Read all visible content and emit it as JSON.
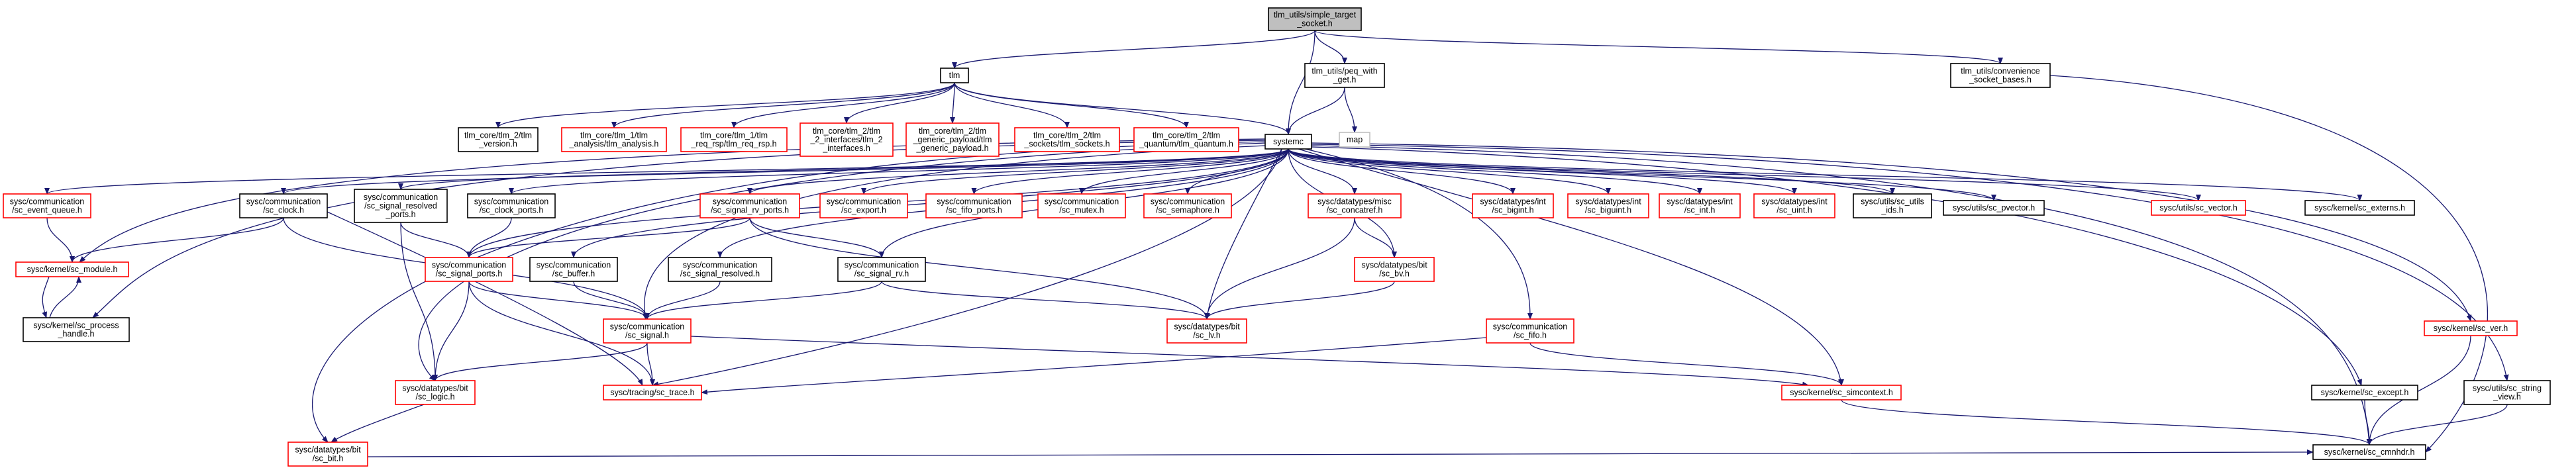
{
  "colors": {
    "edge": "#191970",
    "border_normal": "#000000",
    "border_missing": "#ff0000",
    "border_none": "#bfbfbf",
    "root_fill": "#bfbfbf",
    "fill": "#ffffff"
  },
  "graph": {
    "nodes": [
      {
        "id": "root",
        "lines": [
          "tlm_utils/simple_target",
          "_socket.h"
        ],
        "style": "root"
      },
      {
        "id": "tlm",
        "lines": [
          "tlm"
        ],
        "style": "normal"
      },
      {
        "id": "peq",
        "lines": [
          "tlm_utils/peq_with",
          "_get.h"
        ],
        "style": "normal"
      },
      {
        "id": "convenience",
        "lines": [
          "tlm_utils/convenience",
          "_socket_bases.h"
        ],
        "style": "normal"
      },
      {
        "id": "tlm2_version",
        "lines": [
          "tlm_core/tlm_2/tlm",
          "_version.h"
        ],
        "style": "normal"
      },
      {
        "id": "tlm1_analysis",
        "lines": [
          "tlm_core/tlm_1/tlm",
          "_analysis/tlm_analysis.h"
        ],
        "style": "missing"
      },
      {
        "id": "tlm1_req_rsp",
        "lines": [
          "tlm_core/tlm_1/tlm",
          "_req_rsp/tlm_req_rsp.h"
        ],
        "style": "missing"
      },
      {
        "id": "tlm2_interfaces",
        "lines": [
          "tlm_core/tlm_2/tlm",
          "_2_interfaces/tlm_2",
          "_interfaces.h"
        ],
        "style": "missing"
      },
      {
        "id": "tlm2_gp",
        "lines": [
          "tlm_core/tlm_2/tlm",
          "_generic_payload/tlm",
          "_generic_payload.h"
        ],
        "style": "missing"
      },
      {
        "id": "tlm2_sockets",
        "lines": [
          "tlm_core/tlm_2/tlm",
          "_sockets/tlm_sockets.h"
        ],
        "style": "missing"
      },
      {
        "id": "tlm2_quantum",
        "lines": [
          "tlm_core/tlm_2/tlm",
          "_quantum/tlm_quantum.h"
        ],
        "style": "missing"
      },
      {
        "id": "map",
        "lines": [
          "map"
        ],
        "style": "none"
      },
      {
        "id": "systemc",
        "lines": [
          "systemc"
        ],
        "style": "normal"
      },
      {
        "id": "event_queue",
        "lines": [
          "sysc/communication",
          "/sc_event_queue.h"
        ],
        "style": "missing"
      },
      {
        "id": "sc_clock",
        "lines": [
          "sysc/communication",
          "/sc_clock.h"
        ],
        "style": "normal"
      },
      {
        "id": "sig_res_ports",
        "lines": [
          "sysc/communication",
          "/sc_signal_resolved",
          "_ports.h"
        ],
        "style": "normal"
      },
      {
        "id": "clock_ports",
        "lines": [
          "sysc/communication",
          "/sc_clock_ports.h"
        ],
        "style": "normal"
      },
      {
        "id": "sig_rv_ports",
        "lines": [
          "sysc/communication",
          "/sc_signal_rv_ports.h"
        ],
        "style": "missing"
      },
      {
        "id": "sc_export",
        "lines": [
          "sysc/communication",
          "/sc_export.h"
        ],
        "style": "missing"
      },
      {
        "id": "fifo_ports",
        "lines": [
          "sysc/communication",
          "/sc_fifo_ports.h"
        ],
        "style": "missing"
      },
      {
        "id": "sc_mutex",
        "lines": [
          "sysc/communication",
          "/sc_mutex.h"
        ],
        "style": "missing"
      },
      {
        "id": "sc_semaphore",
        "lines": [
          "sysc/communication",
          "/sc_semaphore.h"
        ],
        "style": "missing"
      },
      {
        "id": "concatref",
        "lines": [
          "sysc/datatypes/misc",
          "/sc_concatref.h"
        ],
        "style": "missing"
      },
      {
        "id": "sc_bigint",
        "lines": [
          "sysc/datatypes/int",
          "/sc_bigint.h"
        ],
        "style": "missing"
      },
      {
        "id": "sc_biguint",
        "lines": [
          "sysc/datatypes/int",
          "/sc_biguint.h"
        ],
        "style": "missing"
      },
      {
        "id": "sc_int",
        "lines": [
          "sysc/datatypes/int",
          "/sc_int.h"
        ],
        "style": "missing"
      },
      {
        "id": "sc_uint",
        "lines": [
          "sysc/datatypes/int",
          "/sc_uint.h"
        ],
        "style": "missing"
      },
      {
        "id": "sc_utils_ids",
        "lines": [
          "sysc/utils/sc_utils",
          "_ids.h"
        ],
        "style": "normal"
      },
      {
        "id": "sc_pvector",
        "lines": [
          "sysc/utils/sc_pvector.h"
        ],
        "style": "normal"
      },
      {
        "id": "sc_vector",
        "lines": [
          "sysc/utils/sc_vector.h"
        ],
        "style": "missing"
      },
      {
        "id": "sc_externs",
        "lines": [
          "sysc/kernel/sc_externs.h"
        ],
        "style": "normal"
      },
      {
        "id": "sc_module",
        "lines": [
          "sysc/kernel/sc_module.h"
        ],
        "style": "missing"
      },
      {
        "id": "signal_ports",
        "lines": [
          "sysc/communication",
          "/sc_signal_ports.h"
        ],
        "style": "missing"
      },
      {
        "id": "sc_buffer",
        "lines": [
          "sysc/communication",
          "/sc_buffer.h"
        ],
        "style": "normal"
      },
      {
        "id": "sig_resolved",
        "lines": [
          "sysc/communication",
          "/sc_signal_resolved.h"
        ],
        "style": "normal"
      },
      {
        "id": "sig_rv",
        "lines": [
          "sysc/communication",
          "/sc_signal_rv.h"
        ],
        "style": "normal"
      },
      {
        "id": "sc_bv",
        "lines": [
          "sysc/datatypes/bit",
          "/sc_bv.h"
        ],
        "style": "missing"
      },
      {
        "id": "sc_process_handle",
        "lines": [
          "sysc/kernel/sc_process",
          "_handle.h"
        ],
        "style": "normal"
      },
      {
        "id": "sc_signal",
        "lines": [
          "sysc/communication",
          "/sc_signal.h"
        ],
        "style": "missing"
      },
      {
        "id": "sc_lv",
        "lines": [
          "sysc/datatypes/bit",
          "/sc_lv.h"
        ],
        "style": "missing"
      },
      {
        "id": "sc_fifo",
        "lines": [
          "sysc/communication",
          "/sc_fifo.h"
        ],
        "style": "missing"
      },
      {
        "id": "sc_ver",
        "lines": [
          "sysc/kernel/sc_ver.h"
        ],
        "style": "missing"
      },
      {
        "id": "sc_logic",
        "lines": [
          "sysc/datatypes/bit",
          "/sc_logic.h"
        ],
        "style": "missing"
      },
      {
        "id": "sc_trace",
        "lines": [
          "sysc/tracing/sc_trace.h"
        ],
        "style": "missing"
      },
      {
        "id": "sc_simcontext",
        "lines": [
          "sysc/kernel/sc_simcontext.h"
        ],
        "style": "missing"
      },
      {
        "id": "sc_except",
        "lines": [
          "sysc/kernel/sc_except.h"
        ],
        "style": "normal"
      },
      {
        "id": "sc_string_view",
        "lines": [
          "sysc/utils/sc_string",
          "_view.h"
        ],
        "style": "normal"
      },
      {
        "id": "sc_bit",
        "lines": [
          "sysc/datatypes/bit",
          "/sc_bit.h"
        ],
        "style": "missing"
      },
      {
        "id": "sc_cmnhdr",
        "lines": [
          "sysc/kernel/sc_cmnhdr.h"
        ],
        "style": "normal"
      }
    ],
    "edges": [
      [
        "root",
        "tlm"
      ],
      [
        "root",
        "peq"
      ],
      [
        "root",
        "convenience"
      ],
      [
        "root",
        "systemc"
      ],
      [
        "tlm",
        "tlm2_version"
      ],
      [
        "tlm",
        "tlm1_analysis"
      ],
      [
        "tlm",
        "tlm1_req_rsp"
      ],
      [
        "tlm",
        "tlm2_interfaces"
      ],
      [
        "tlm",
        "tlm2_gp"
      ],
      [
        "tlm",
        "tlm2_sockets"
      ],
      [
        "tlm",
        "tlm2_quantum"
      ],
      [
        "tlm",
        "systemc"
      ],
      [
        "peq",
        "map"
      ],
      [
        "peq",
        "systemc"
      ],
      [
        "convenience",
        "sc_cmnhdr"
      ],
      [
        "systemc",
        "event_queue"
      ],
      [
        "systemc",
        "sc_clock"
      ],
      [
        "systemc",
        "sig_res_ports"
      ],
      [
        "systemc",
        "clock_ports"
      ],
      [
        "systemc",
        "sig_rv_ports"
      ],
      [
        "systemc",
        "sc_export"
      ],
      [
        "systemc",
        "fifo_ports"
      ],
      [
        "systemc",
        "sc_mutex"
      ],
      [
        "systemc",
        "sc_semaphore"
      ],
      [
        "systemc",
        "concatref"
      ],
      [
        "systemc",
        "sc_bigint"
      ],
      [
        "systemc",
        "sc_biguint"
      ],
      [
        "systemc",
        "sc_int"
      ],
      [
        "systemc",
        "sc_uint"
      ],
      [
        "systemc",
        "sc_utils_ids"
      ],
      [
        "systemc",
        "sc_pvector"
      ],
      [
        "systemc",
        "sc_vector"
      ],
      [
        "systemc",
        "sc_externs"
      ],
      [
        "systemc",
        "sc_module"
      ],
      [
        "systemc",
        "sc_process_handle"
      ],
      [
        "systemc",
        "signal_ports"
      ],
      [
        "systemc",
        "sc_buffer"
      ],
      [
        "systemc",
        "sig_resolved"
      ],
      [
        "systemc",
        "sig_rv"
      ],
      [
        "systemc",
        "sc_bv"
      ],
      [
        "systemc",
        "sc_lv"
      ],
      [
        "systemc",
        "sc_signal"
      ],
      [
        "systemc",
        "sc_fifo"
      ],
      [
        "systemc",
        "sc_logic"
      ],
      [
        "systemc",
        "sc_bit"
      ],
      [
        "systemc",
        "sc_trace"
      ],
      [
        "systemc",
        "sc_simcontext"
      ],
      [
        "systemc",
        "sc_ver"
      ],
      [
        "systemc",
        "sc_except"
      ],
      [
        "systemc",
        "sc_string_view"
      ],
      [
        "systemc",
        "sc_cmnhdr"
      ],
      [
        "event_queue",
        "sc_module"
      ],
      [
        "sc_clock",
        "sc_module"
      ],
      [
        "sc_clock",
        "sc_signal"
      ],
      [
        "sc_clock",
        "sc_trace"
      ],
      [
        "sig_res_ports",
        "signal_ports"
      ],
      [
        "sig_res_ports",
        "sc_logic"
      ],
      [
        "clock_ports",
        "signal_ports"
      ],
      [
        "sig_rv_ports",
        "signal_ports"
      ],
      [
        "sig_rv_ports",
        "sig_rv"
      ],
      [
        "sig_rv_ports",
        "sc_lv"
      ],
      [
        "concatref",
        "sc_bv"
      ],
      [
        "concatref",
        "sc_lv"
      ],
      [
        "sc_bv",
        "sc_lv"
      ],
      [
        "sc_module",
        "sc_process_handle"
      ],
      [
        "sc_process_handle",
        "sc_module"
      ],
      [
        "signal_ports",
        "sc_logic"
      ],
      [
        "signal_ports",
        "sc_trace"
      ],
      [
        "signal_ports",
        "sc_signal"
      ],
      [
        "sc_buffer",
        "sc_signal"
      ],
      [
        "sig_resolved",
        "sc_signal"
      ],
      [
        "sig_rv",
        "sc_signal"
      ],
      [
        "sig_rv",
        "sc_lv"
      ],
      [
        "sc_signal",
        "sc_logic"
      ],
      [
        "sc_signal",
        "sc_trace"
      ],
      [
        "sc_signal",
        "sc_simcontext"
      ],
      [
        "sc_fifo",
        "sc_trace"
      ],
      [
        "sc_fifo",
        "sc_simcontext"
      ],
      [
        "sc_ver",
        "sc_cmnhdr"
      ],
      [
        "sc_logic",
        "sc_bit"
      ],
      [
        "sc_bit",
        "sc_cmnhdr"
      ],
      [
        "sc_simcontext",
        "sc_cmnhdr"
      ],
      [
        "sc_except",
        "sc_cmnhdr"
      ],
      [
        "sc_string_view",
        "sc_cmnhdr"
      ]
    ]
  }
}
